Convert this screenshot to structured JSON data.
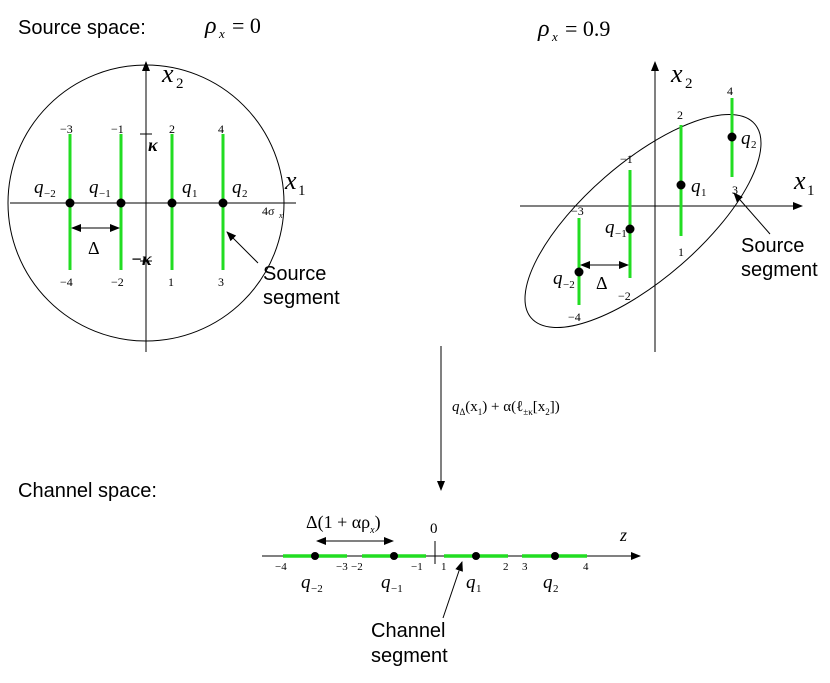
{
  "source_space": {
    "title": "Source space:",
    "left": {
      "rho_label": "ρ",
      "rho_sub": "x",
      "rho_value": "= 0",
      "axis_x": "x",
      "axis_x_sub": "1",
      "axis_y": "x",
      "axis_y_sub": "2",
      "kappa_pos": "κ",
      "kappa_neg": "−κ",
      "sigma_label": "4σ",
      "sigma_sub": "x",
      "delta": "Δ",
      "top_numbers": [
        "−3",
        "−1",
        "2",
        "4"
      ],
      "bottom_numbers": [
        "−4",
        "−2",
        "1",
        "3"
      ],
      "points": [
        {
          "name": "q",
          "sub": "−2"
        },
        {
          "name": "q",
          "sub": "−1"
        },
        {
          "name": "q",
          "sub": "1"
        },
        {
          "name": "q",
          "sub": "2"
        }
      ],
      "segment_label_line1": "Source",
      "segment_label_line2": "segment"
    },
    "right": {
      "rho_label": "ρ",
      "rho_sub": "x",
      "rho_value": "= 0.9",
      "axis_x": "x",
      "axis_x_sub": "1",
      "axis_y": "x",
      "axis_y_sub": "2",
      "delta": "Δ",
      "top_numbers": [
        "−3",
        "−1",
        "2",
        "4"
      ],
      "bottom_numbers": [
        "−4",
        "−2",
        "1",
        "3"
      ],
      "points": [
        {
          "name": "q",
          "sub": "−2"
        },
        {
          "name": "q",
          "sub": "−1"
        },
        {
          "name": "q",
          "sub": "1"
        },
        {
          "name": "q",
          "sub": "2"
        }
      ],
      "segment_label_line1": "Source",
      "segment_label_line2": "segment"
    }
  },
  "mapping": {
    "q_part": "q",
    "q_sub": "Δ",
    "arg": "(x",
    "arg_sub": "1",
    "plus": ") + α(ℓ",
    "ell_sub": "±κ",
    "tail": "[x",
    "tail_sub": "2",
    "close": "])"
  },
  "channel_space": {
    "title": "Channel space:",
    "axis_label": "z",
    "zero_label": "0",
    "delta_label": "Δ(1 + αρ",
    "delta_sub": "x",
    "delta_close": ")",
    "segment_numbers": [
      "−4",
      "−3",
      "−2",
      "−1",
      "1",
      "2",
      "3",
      "4"
    ],
    "points": [
      {
        "name": "q",
        "sub": "−2"
      },
      {
        "name": "q",
        "sub": "−1"
      },
      {
        "name": "q",
        "sub": "1"
      },
      {
        "name": "q",
        "sub": "2"
      }
    ],
    "segment_label_line1": "Channel",
    "segment_label_line2": "segment"
  },
  "colors": {
    "segment": "#22dd22",
    "ink": "#000000"
  }
}
